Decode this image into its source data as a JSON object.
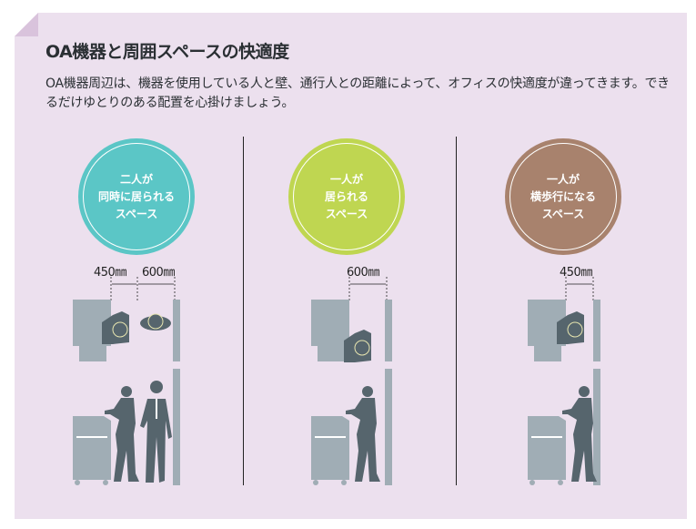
{
  "title": "OA機器と周囲スペースの快適度",
  "description": "OA機器周辺は、機器を使用している人と壁、通行人との距離によって、オフィスの快適度が違ってきます。できるだけゆとりのある配置を心掛けましょう。",
  "colors": {
    "teal": "#5bc6c6",
    "green": "#bfd651",
    "brown": "#a8826d",
    "machine": "#a0adb5",
    "person": "#56656d"
  },
  "columns": [
    {
      "lines": [
        "二人が",
        "同時に居られる",
        "スペース"
      ],
      "dims": [
        "450㎜",
        "600㎜"
      ]
    },
    {
      "lines": [
        "一人が",
        "居られる",
        "スペース"
      ],
      "dims": [
        "600㎜"
      ]
    },
    {
      "lines": [
        "一人が",
        "横歩行になる",
        "スペース"
      ],
      "dims": [
        "450㎜"
      ]
    }
  ]
}
